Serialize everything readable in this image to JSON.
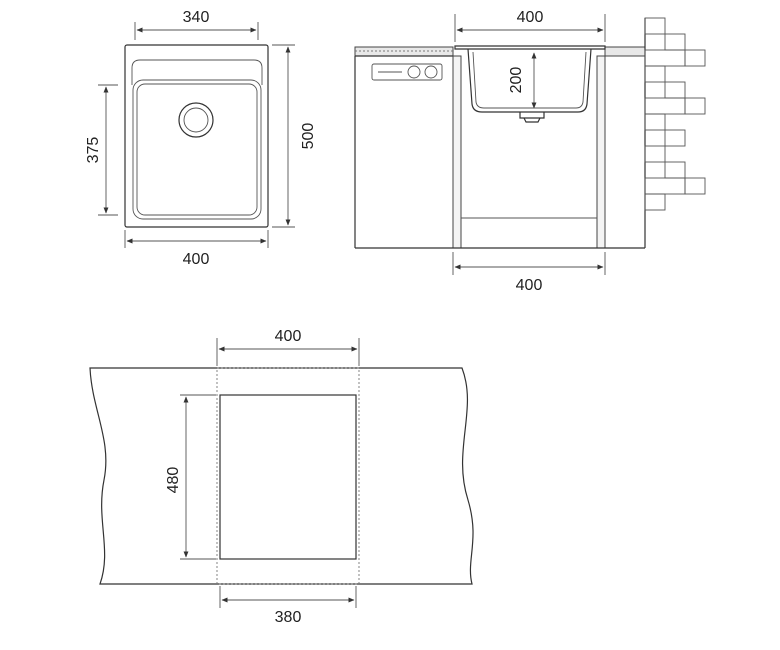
{
  "top_view": {
    "width_top": "340",
    "depth_bowl": "375",
    "depth_total": "500",
    "width_bottom": "400"
  },
  "side_view": {
    "width_top": "400",
    "bowl_depth": "200",
    "width_bottom": "400"
  },
  "cutout_view": {
    "cabinet_width": "400",
    "cutout_depth": "480",
    "cutout_width": "380"
  },
  "colors": {
    "line": "#333333",
    "text": "#222222",
    "wall_fill": "#f4f4f4"
  }
}
